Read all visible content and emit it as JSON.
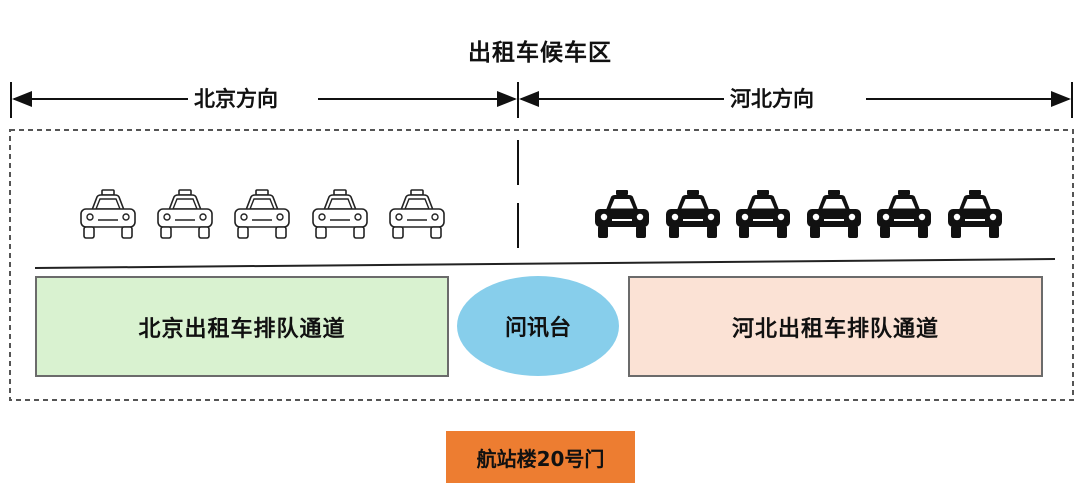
{
  "title": "出租车候车区",
  "directions": {
    "beijing": "北京方向",
    "hebei": "河北方向"
  },
  "lanes": {
    "beijing": "北京出租车排队通道",
    "info_desk": "问讯台",
    "hebei": "河北出租车排队通道"
  },
  "gate": "航站楼20号门",
  "taxis": {
    "beijing_count": 5,
    "hebei_count": 6
  },
  "colors": {
    "beijing_lane": "#d9f2d0",
    "hebei_lane": "#fbe2d5",
    "info_desk": "#87ceeb",
    "gate": "#ed7d31",
    "dashed_border": "#555555"
  }
}
